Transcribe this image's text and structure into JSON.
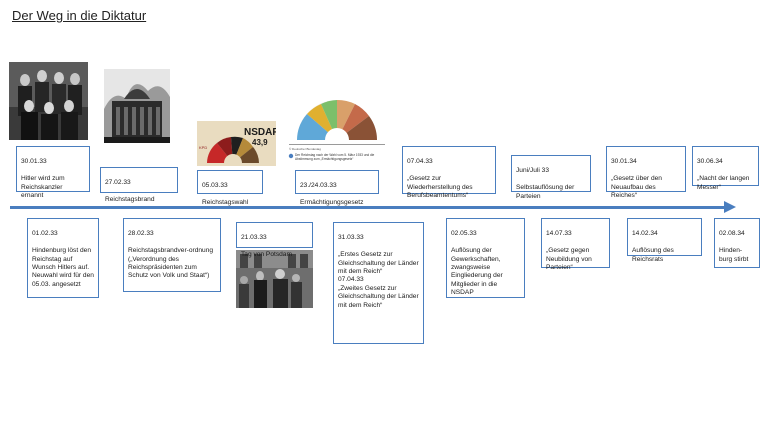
{
  "title": "Der Weg in die Diktatur",
  "colors": {
    "border": "#4a7ebf",
    "arrow": "#4a7ebf"
  },
  "top_events": [
    {
      "date": "30.01.33",
      "text": "Hitler wird zum Reichskanzler ernannt"
    },
    {
      "date": "27.02.33",
      "text": "Reichstagsbrand"
    },
    {
      "date": "05.03.33",
      "text": "Reichstagswahl"
    },
    {
      "date": "23./24.03.33",
      "text": "Ermächtigungsgesetz"
    },
    {
      "date": "07.04.33",
      "text": "„Gesetz zur Wiederherstellung des Berufsbeamtentums“"
    },
    {
      "date": "Juni/Juli 33",
      "text": "Selbstauflösung der Parteien"
    },
    {
      "date": "30.01.34",
      "text": "„Gesetz über den Neuaufbau des Reiches“"
    },
    {
      "date": "30.06.34",
      "text": "„Nacht der langen Messer“"
    }
  ],
  "bottom_events": [
    {
      "date": "01.02.33",
      "text": "Hindenburg löst den Reichstag auf Wunsch Hitlers auf. Neuwahl wird für den 05.03. angesetzt"
    },
    {
      "date": "28.02.33",
      "text": "Reichstagsbrandver-ordnung („Verordnung des Reichspräsidenten zum Schutz von Volk und Staat“)"
    },
    {
      "date": "21.03.33",
      "text": "Tag von Potsdam"
    },
    {
      "date": "31.03.33",
      "text": "„Erstes Gesetz zur Gleichschaltung der Länder mit dem Reich“\n07.04.33\n„Zweites Gesetz zur Gleichschaltung der Länder mit dem Reich“"
    },
    {
      "date": "02.05.33",
      "text": "Auflösung der Gewerkschaften, zwangsweise Eingliederung der Mitglieder in die NSDAP"
    },
    {
      "date": "14.07.33",
      "text": "„Gesetz gegen Neubildung von Parteien“"
    },
    {
      "date": "14.02.34",
      "text": "Auflösung des Reichsrats"
    },
    {
      "date": "02.08.34",
      "text": "Hinden-burg stirbt"
    }
  ],
  "election_chart": {
    "party": "NSDAP",
    "value": "43,9"
  },
  "seat_chart_caption": "Der Reichstag nach der Wahl vom 5. März 1933 und die Abstimmung zum „Ermächtigungsgesetz“"
}
